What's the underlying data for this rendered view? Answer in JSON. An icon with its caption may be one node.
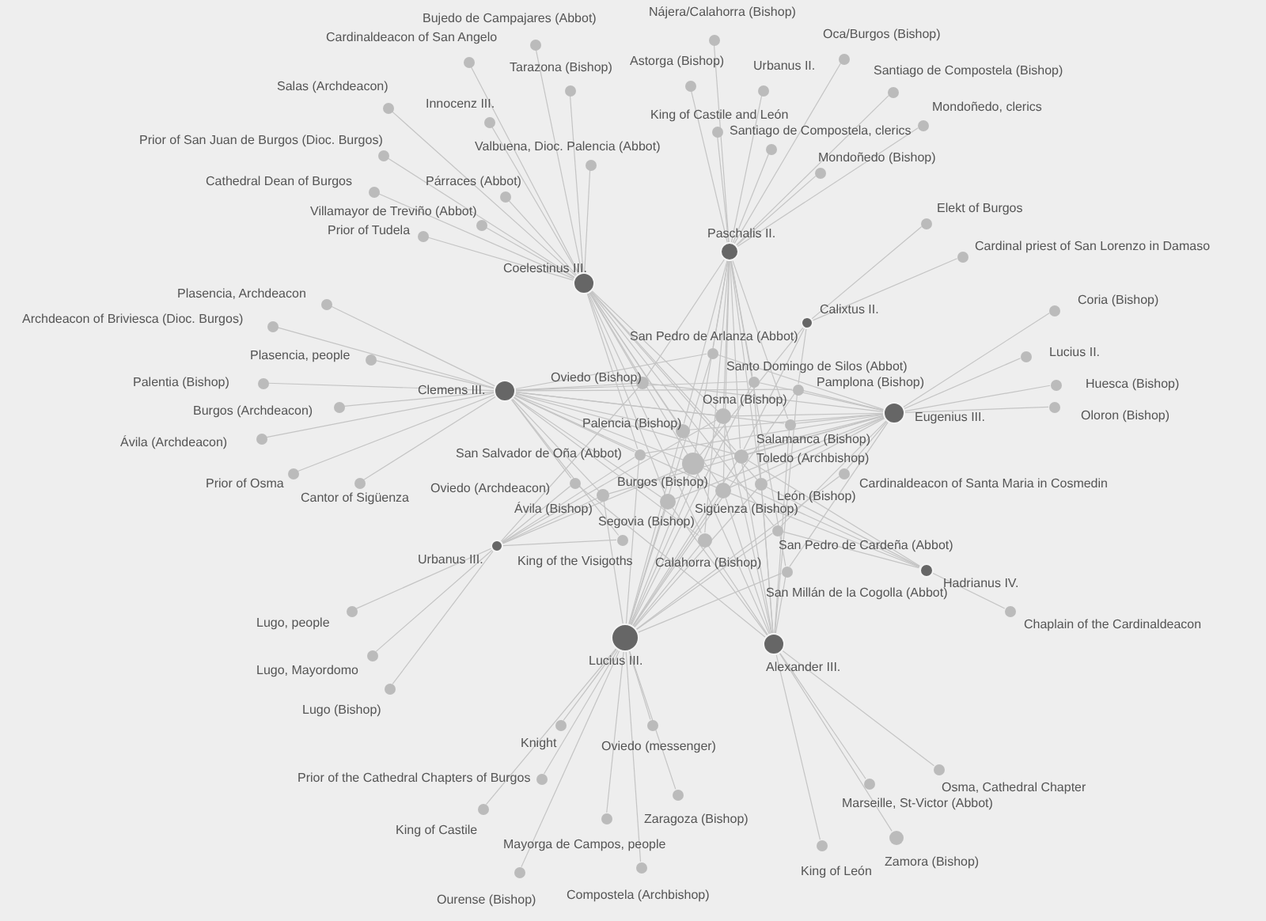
{
  "diagram": {
    "nodes": [
      {
        "text": [],
        "shape": "circle",
        "beside": [
          "Coelestinus III."
        ]
      },
      {
        "text": [],
        "shape": "circle",
        "beside": [
          "Paschalis II."
        ]
      },
      {
        "text": [],
        "shape": "circle",
        "beside": [
          "Calixtus II."
        ]
      },
      {
        "text": [],
        "shape": "circle",
        "beside": [
          "Clemens III."
        ]
      },
      {
        "text": [],
        "shape": "circle",
        "beside": [
          "Eugenius III."
        ]
      },
      {
        "text": [],
        "shape": "circle",
        "beside": [
          "Urbanus III."
        ]
      },
      {
        "text": [],
        "shape": "circle",
        "beside": [
          "Hadrianus IV."
        ]
      },
      {
        "text": [],
        "shape": "circle",
        "beside": [
          "Lucius III."
        ]
      },
      {
        "text": [],
        "shape": "circle",
        "beside": [
          "Alexander III."
        ]
      },
      {
        "text": [],
        "shape": "circle",
        "beside": [
          "Bujedo de Campajares (Abbot)"
        ]
      },
      {
        "text": [],
        "shape": "circle",
        "beside": [
          "Cardinaldeacon of San Angelo"
        ]
      },
      {
        "text": [],
        "shape": "circle",
        "beside": [
          "Tarazona (Bishop)"
        ]
      },
      {
        "text": [],
        "shape": "circle",
        "beside": [
          "Salas (Archdeacon)"
        ]
      },
      {
        "text": [],
        "shape": "circle",
        "beside": [
          "Innocenz III."
        ]
      },
      {
        "text": [],
        "shape": "circle",
        "beside": [
          "Prior of San Juan de Burgos (Dioc. Burgos)"
        ]
      },
      {
        "text": [],
        "shape": "circle",
        "beside": [
          "Valbuena, Dioc. Palencia (Abbot)"
        ]
      },
      {
        "text": [],
        "shape": "circle",
        "beside": [
          "Cathedral Dean of Burgos"
        ]
      },
      {
        "text": [],
        "shape": "circle",
        "beside": [
          "Párraces (Abbot)"
        ]
      },
      {
        "text": [],
        "shape": "circle",
        "beside": [
          "Villamayor de Treviño (Abbot)"
        ]
      },
      {
        "text": [],
        "shape": "circle",
        "beside": [
          "Prior of Tudela"
        ]
      },
      {
        "text": [],
        "shape": "circle",
        "beside": [
          "Nájera/Calahorra (Bishop)"
        ]
      },
      {
        "text": [],
        "shape": "circle",
        "beside": [
          "Oca/Burgos (Bishop)"
        ]
      },
      {
        "text": [],
        "shape": "circle",
        "beside": [
          "Astorga (Bishop)"
        ]
      },
      {
        "text": [],
        "shape": "circle",
        "beside": [
          "Urbanus II."
        ]
      },
      {
        "text": [],
        "shape": "circle",
        "beside": [
          "Santiago de Compostela (Bishop)"
        ]
      },
      {
        "text": [],
        "shape": "circle",
        "beside": [
          "Mondoñedo, clerics"
        ]
      },
      {
        "text": [],
        "shape": "circle",
        "beside": [
          "King of Castile and León"
        ]
      },
      {
        "text": [],
        "shape": "circle",
        "beside": [
          "Santiago de Compostela, clerics"
        ]
      },
      {
        "text": [],
        "shape": "circle",
        "beside": [
          "Mondoñedo (Bishop)"
        ]
      },
      {
        "text": [],
        "shape": "circle",
        "beside": [
          "Elekt of Burgos"
        ]
      },
      {
        "text": [],
        "shape": "circle",
        "beside": [
          "Cardinal priest of San Lorenzo in Damaso"
        ]
      },
      {
        "text": [],
        "shape": "circle",
        "beside": [
          "Coria (Bishop)"
        ]
      },
      {
        "text": [],
        "shape": "circle",
        "beside": [
          "Lucius II."
        ]
      },
      {
        "text": [],
        "shape": "circle",
        "beside": [
          "Huesca (Bishop)"
        ]
      },
      {
        "text": [],
        "shape": "circle",
        "beside": [
          "Oloron (Bishop)"
        ]
      },
      {
        "text": [],
        "shape": "circle",
        "beside": [
          "Chaplain of the Cardinaldeacon"
        ]
      },
      {
        "text": [],
        "shape": "circle",
        "beside": [
          "Plasencia, Archdeacon"
        ]
      },
      {
        "text": [],
        "shape": "circle",
        "beside": [
          "Archdeacon of Briviesca (Dioc. Burgos)"
        ]
      },
      {
        "text": [],
        "shape": "circle",
        "beside": [
          "Plasencia, people"
        ]
      },
      {
        "text": [],
        "shape": "circle",
        "beside": [
          "Palentia (Bishop)"
        ]
      },
      {
        "text": [],
        "shape": "circle",
        "beside": [
          "Burgos (Archdeacon)"
        ]
      },
      {
        "text": [],
        "shape": "circle",
        "beside": [
          "Ávila (Archdeacon)"
        ]
      },
      {
        "text": [],
        "shape": "circle",
        "beside": [
          "Prior of Osma"
        ]
      },
      {
        "text": [],
        "shape": "circle",
        "beside": [
          "Cantor of Sigüenza"
        ]
      },
      {
        "text": [],
        "shape": "circle",
        "beside": [
          "Lugo, people"
        ]
      },
      {
        "text": [],
        "shape": "circle",
        "beside": [
          "Lugo, Mayordomo"
        ]
      },
      {
        "text": [],
        "shape": "circle",
        "beside": [
          "Lugo (Bishop)"
        ]
      },
      {
        "text": [],
        "shape": "circle",
        "beside": [
          "Knight"
        ]
      },
      {
        "text": [],
        "shape": "circle",
        "beside": [
          "Oviedo (messenger)"
        ]
      },
      {
        "text": [],
        "shape": "circle",
        "beside": [
          "Prior of the Cathedral Chapters of Burgos"
        ]
      },
      {
        "text": [],
        "shape": "circle",
        "beside": [
          "King of Castile"
        ]
      },
      {
        "text": [],
        "shape": "circle",
        "beside": [
          "Zaragoza (Bishop)"
        ]
      },
      {
        "text": [],
        "shape": "circle",
        "beside": [
          "Mayorga de Campos, people"
        ]
      },
      {
        "text": [],
        "shape": "circle",
        "beside": [
          "Ourense (Bishop)"
        ]
      },
      {
        "text": [],
        "shape": "circle",
        "beside": [
          "Compostela (Archbishop)"
        ]
      },
      {
        "text": [],
        "shape": "circle",
        "beside": [
          "Osma, Cathedral Chapter"
        ]
      },
      {
        "text": [],
        "shape": "circle",
        "beside": [
          "Marseille, St-Victor (Abbot)"
        ]
      },
      {
        "text": [],
        "shape": "circle",
        "beside": [
          "Zamora (Bishop)"
        ]
      },
      {
        "text": [],
        "shape": "circle",
        "beside": [
          "King of León"
        ]
      },
      {
        "text": [],
        "shape": "circle",
        "beside": [
          "San Pedro de Arlanza (Abbot)"
        ]
      },
      {
        "text": [],
        "shape": "circle",
        "beside": [
          "Oviedo (Bishop)"
        ]
      },
      {
        "text": [],
        "shape": "circle",
        "beside": [
          "Santo Domingo de Silos (Abbot)"
        ]
      },
      {
        "text": [],
        "shape": "circle",
        "beside": [
          "Pamplona (Bishop)"
        ]
      },
      {
        "text": [],
        "shape": "circle",
        "beside": [
          "Osma (Bishop)"
        ]
      },
      {
        "text": [],
        "shape": "circle",
        "beside": [
          "Palencia (Bishop)"
        ]
      },
      {
        "text": [],
        "shape": "circle",
        "beside": [
          "Salamanca (Bishop)"
        ]
      },
      {
        "text": [],
        "shape": "circle",
        "beside": [
          "San Salvador de Oña (Abbot)"
        ]
      },
      {
        "text": [],
        "shape": "circle",
        "beside": [
          "Toledo (Archbishop)"
        ]
      },
      {
        "text": [],
        "shape": "circle",
        "beside": [
          "Burgos (Bishop)"
        ]
      },
      {
        "text": [],
        "shape": "circle",
        "beside": [
          "Cardinaldeacon of Santa Maria in Cosmedin"
        ]
      },
      {
        "text": [],
        "shape": "circle",
        "beside": [
          "Oviedo (Archdeacon)"
        ]
      },
      {
        "text": [],
        "shape": "circle",
        "beside": [
          "León (Bishop)"
        ]
      },
      {
        "text": [],
        "shape": "circle",
        "beside": [
          "Ávila (Bishop)"
        ]
      },
      {
        "text": [],
        "shape": "circle",
        "beside": [
          "Sigüenza (Bishop)"
        ]
      },
      {
        "text": [],
        "shape": "circle",
        "beside": [
          "Segovia (Bishop)"
        ]
      },
      {
        "text": [],
        "shape": "circle",
        "beside": [
          "King of the Visigoths"
        ]
      },
      {
        "text": [],
        "shape": "circle",
        "beside": [
          "San Pedro de Cardeña (Abbot)"
        ]
      },
      {
        "text": [],
        "shape": "circle",
        "beside": [
          "Calahorra (Bishop)"
        ]
      },
      {
        "text": [],
        "shape": "circle",
        "beside": [
          "San Millán de la Cogolla (Abbot)"
        ]
      }
    ],
    "edges": [
      {
        "from": 0,
        "to": 9,
        "arrow": "none"
      },
      {
        "from": 0,
        "to": 10,
        "arrow": "none"
      },
      {
        "from": 0,
        "to": 11,
        "arrow": "none"
      },
      {
        "from": 0,
        "to": 12,
        "arrow": "none"
      },
      {
        "from": 0,
        "to": 13,
        "arrow": "none"
      },
      {
        "from": 0,
        "to": 14,
        "arrow": "none"
      },
      {
        "from": 0,
        "to": 15,
        "arrow": "none"
      },
      {
        "from": 0,
        "to": 16,
        "arrow": "none"
      },
      {
        "from": 0,
        "to": 17,
        "arrow": "none"
      },
      {
        "from": 0,
        "to": 18,
        "arrow": "none"
      },
      {
        "from": 0,
        "to": 19,
        "arrow": "none"
      },
      {
        "from": 1,
        "to": 20,
        "arrow": "none"
      },
      {
        "from": 1,
        "to": 21,
        "arrow": "none"
      },
      {
        "from": 1,
        "to": 22,
        "arrow": "none"
      },
      {
        "from": 1,
        "to": 23,
        "arrow": "none"
      },
      {
        "from": 1,
        "to": 24,
        "arrow": "none"
      },
      {
        "from": 1,
        "to": 25,
        "arrow": "none"
      },
      {
        "from": 1,
        "to": 26,
        "arrow": "none"
      },
      {
        "from": 1,
        "to": 27,
        "arrow": "none"
      },
      {
        "from": 1,
        "to": 28,
        "arrow": "none"
      },
      {
        "from": 2,
        "to": 29,
        "arrow": "none"
      },
      {
        "from": 2,
        "to": 30,
        "arrow": "none"
      },
      {
        "from": 4,
        "to": 31,
        "arrow": "none"
      },
      {
        "from": 4,
        "to": 32,
        "arrow": "none"
      },
      {
        "from": 4,
        "to": 33,
        "arrow": "none"
      },
      {
        "from": 4,
        "to": 34,
        "arrow": "none"
      },
      {
        "from": 6,
        "to": 35,
        "arrow": "none"
      },
      {
        "from": 3,
        "to": 36,
        "arrow": "none"
      },
      {
        "from": 3,
        "to": 37,
        "arrow": "none"
      },
      {
        "from": 3,
        "to": 38,
        "arrow": "none"
      },
      {
        "from": 3,
        "to": 39,
        "arrow": "none"
      },
      {
        "from": 3,
        "to": 40,
        "arrow": "none"
      },
      {
        "from": 3,
        "to": 41,
        "arrow": "none"
      },
      {
        "from": 3,
        "to": 42,
        "arrow": "none"
      },
      {
        "from": 3,
        "to": 43,
        "arrow": "none"
      },
      {
        "from": 5,
        "to": 44,
        "arrow": "none"
      },
      {
        "from": 5,
        "to": 45,
        "arrow": "none"
      },
      {
        "from": 5,
        "to": 46,
        "arrow": "none"
      },
      {
        "from": 7,
        "to": 47,
        "arrow": "none"
      },
      {
        "from": 7,
        "to": 48,
        "arrow": "none"
      },
      {
        "from": 7,
        "to": 49,
        "arrow": "none"
      },
      {
        "from": 7,
        "to": 50,
        "arrow": "none"
      },
      {
        "from": 7,
        "to": 51,
        "arrow": "none"
      },
      {
        "from": 7,
        "to": 52,
        "arrow": "none"
      },
      {
        "from": 7,
        "to": 53,
        "arrow": "none"
      },
      {
        "from": 7,
        "to": 54,
        "arrow": "none"
      },
      {
        "from": 8,
        "to": 55,
        "arrow": "none"
      },
      {
        "from": 8,
        "to": 56,
        "arrow": "none"
      },
      {
        "from": 8,
        "to": 57,
        "arrow": "none"
      },
      {
        "from": 8,
        "to": 58,
        "arrow": "none"
      },
      {
        "from": 1,
        "to": 59,
        "arrow": "none"
      },
      {
        "from": 3,
        "to": 59,
        "arrow": "none"
      },
      {
        "from": 4,
        "to": 59,
        "arrow": "none"
      },
      {
        "from": 7,
        "to": 59,
        "arrow": "none"
      },
      {
        "from": 0,
        "to": 60,
        "arrow": "none"
      },
      {
        "from": 1,
        "to": 60,
        "arrow": "none"
      },
      {
        "from": 3,
        "to": 60,
        "arrow": "none"
      },
      {
        "from": 4,
        "to": 60,
        "arrow": "none"
      },
      {
        "from": 5,
        "to": 60,
        "arrow": "none"
      },
      {
        "from": 1,
        "to": 61,
        "arrow": "none"
      },
      {
        "from": 3,
        "to": 61,
        "arrow": "none"
      },
      {
        "from": 4,
        "to": 61,
        "arrow": "none"
      },
      {
        "from": 7,
        "to": 61,
        "arrow": "none"
      },
      {
        "from": 8,
        "to": 61,
        "arrow": "none"
      },
      {
        "from": 2,
        "to": 62,
        "arrow": "none"
      },
      {
        "from": 3,
        "to": 62,
        "arrow": "none"
      },
      {
        "from": 4,
        "to": 62,
        "arrow": "none"
      },
      {
        "from": 7,
        "to": 62,
        "arrow": "none"
      },
      {
        "from": 8,
        "to": 62,
        "arrow": "none"
      },
      {
        "from": 0,
        "to": 63,
        "arrow": "none"
      },
      {
        "from": 1,
        "to": 63,
        "arrow": "none"
      },
      {
        "from": 3,
        "to": 63,
        "arrow": "none"
      },
      {
        "from": 4,
        "to": 63,
        "arrow": "none"
      },
      {
        "from": 5,
        "to": 63,
        "arrow": "none"
      },
      {
        "from": 7,
        "to": 63,
        "arrow": "none"
      },
      {
        "from": 8,
        "to": 63,
        "arrow": "none"
      },
      {
        "from": 0,
        "to": 64,
        "arrow": "none"
      },
      {
        "from": 1,
        "to": 64,
        "arrow": "none"
      },
      {
        "from": 3,
        "to": 64,
        "arrow": "none"
      },
      {
        "from": 4,
        "to": 64,
        "arrow": "none"
      },
      {
        "from": 7,
        "to": 64,
        "arrow": "none"
      },
      {
        "from": 1,
        "to": 65,
        "arrow": "none"
      },
      {
        "from": 3,
        "to": 65,
        "arrow": "none"
      },
      {
        "from": 4,
        "to": 65,
        "arrow": "none"
      },
      {
        "from": 8,
        "to": 65,
        "arrow": "none"
      },
      {
        "from": 0,
        "to": 66,
        "arrow": "none"
      },
      {
        "from": 3,
        "to": 66,
        "arrow": "none"
      },
      {
        "from": 4,
        "to": 66,
        "arrow": "none"
      },
      {
        "from": 5,
        "to": 66,
        "arrow": "none"
      },
      {
        "from": 7,
        "to": 66,
        "arrow": "none"
      },
      {
        "from": 0,
        "to": 67,
        "arrow": "none"
      },
      {
        "from": 1,
        "to": 67,
        "arrow": "none"
      },
      {
        "from": 2,
        "to": 67,
        "arrow": "none"
      },
      {
        "from": 3,
        "to": 67,
        "arrow": "none"
      },
      {
        "from": 4,
        "to": 67,
        "arrow": "none"
      },
      {
        "from": 6,
        "to": 67,
        "arrow": "none"
      },
      {
        "from": 7,
        "to": 67,
        "arrow": "none"
      },
      {
        "from": 8,
        "to": 67,
        "arrow": "none"
      },
      {
        "from": 0,
        "to": 68,
        "arrow": "none"
      },
      {
        "from": 1,
        "to": 68,
        "arrow": "none"
      },
      {
        "from": 2,
        "to": 68,
        "arrow": "none"
      },
      {
        "from": 3,
        "to": 68,
        "arrow": "none"
      },
      {
        "from": 4,
        "to": 68,
        "arrow": "none"
      },
      {
        "from": 5,
        "to": 68,
        "arrow": "none"
      },
      {
        "from": 6,
        "to": 68,
        "arrow": "none"
      },
      {
        "from": 7,
        "to": 68,
        "arrow": "none"
      },
      {
        "from": 8,
        "to": 68,
        "arrow": "none"
      },
      {
        "from": 4,
        "to": 69,
        "arrow": "none"
      },
      {
        "from": 7,
        "to": 69,
        "arrow": "none"
      },
      {
        "from": 3,
        "to": 70,
        "arrow": "none"
      },
      {
        "from": 5,
        "to": 70,
        "arrow": "none"
      },
      {
        "from": 8,
        "to": 70,
        "arrow": "none"
      },
      {
        "from": 0,
        "to": 71,
        "arrow": "none"
      },
      {
        "from": 1,
        "to": 71,
        "arrow": "none"
      },
      {
        "from": 6,
        "to": 71,
        "arrow": "none"
      },
      {
        "from": 4,
        "to": 71,
        "arrow": "none"
      },
      {
        "from": 7,
        "to": 71,
        "arrow": "none"
      },
      {
        "from": 8,
        "to": 71,
        "arrow": "none"
      },
      {
        "from": 3,
        "to": 72,
        "arrow": "none"
      },
      {
        "from": 4,
        "to": 72,
        "arrow": "none"
      },
      {
        "from": 5,
        "to": 72,
        "arrow": "none"
      },
      {
        "from": 7,
        "to": 72,
        "arrow": "none"
      },
      {
        "from": 0,
        "to": 73,
        "arrow": "none"
      },
      {
        "from": 1,
        "to": 73,
        "arrow": "none"
      },
      {
        "from": 3,
        "to": 73,
        "arrow": "none"
      },
      {
        "from": 4,
        "to": 73,
        "arrow": "none"
      },
      {
        "from": 6,
        "to": 73,
        "arrow": "none"
      },
      {
        "from": 7,
        "to": 73,
        "arrow": "none"
      },
      {
        "from": 8,
        "to": 73,
        "arrow": "none"
      },
      {
        "from": 0,
        "to": 74,
        "arrow": "none"
      },
      {
        "from": 3,
        "to": 74,
        "arrow": "none"
      },
      {
        "from": 4,
        "to": 74,
        "arrow": "none"
      },
      {
        "from": 7,
        "to": 74,
        "arrow": "none"
      },
      {
        "from": 8,
        "to": 74,
        "arrow": "none"
      },
      {
        "from": 3,
        "to": 75,
        "arrow": "none"
      },
      {
        "from": 5,
        "to": 75,
        "arrow": "none"
      },
      {
        "from": 0,
        "to": 76,
        "arrow": "none"
      },
      {
        "from": 4,
        "to": 76,
        "arrow": "none"
      },
      {
        "from": 6,
        "to": 76,
        "arrow": "none"
      },
      {
        "from": 7,
        "to": 76,
        "arrow": "none"
      },
      {
        "from": 0,
        "to": 77,
        "arrow": "none"
      },
      {
        "from": 1,
        "to": 77,
        "arrow": "none"
      },
      {
        "from": 3,
        "to": 77,
        "arrow": "none"
      },
      {
        "from": 7,
        "to": 77,
        "arrow": "none"
      },
      {
        "from": 8,
        "to": 77,
        "arrow": "none"
      },
      {
        "from": 1,
        "to": 78,
        "arrow": "none"
      },
      {
        "from": 4,
        "to": 78,
        "arrow": "none"
      },
      {
        "from": 7,
        "to": 78,
        "arrow": "none"
      },
      {
        "from": 8,
        "to": 78,
        "arrow": "none"
      }
    ]
  }
}
